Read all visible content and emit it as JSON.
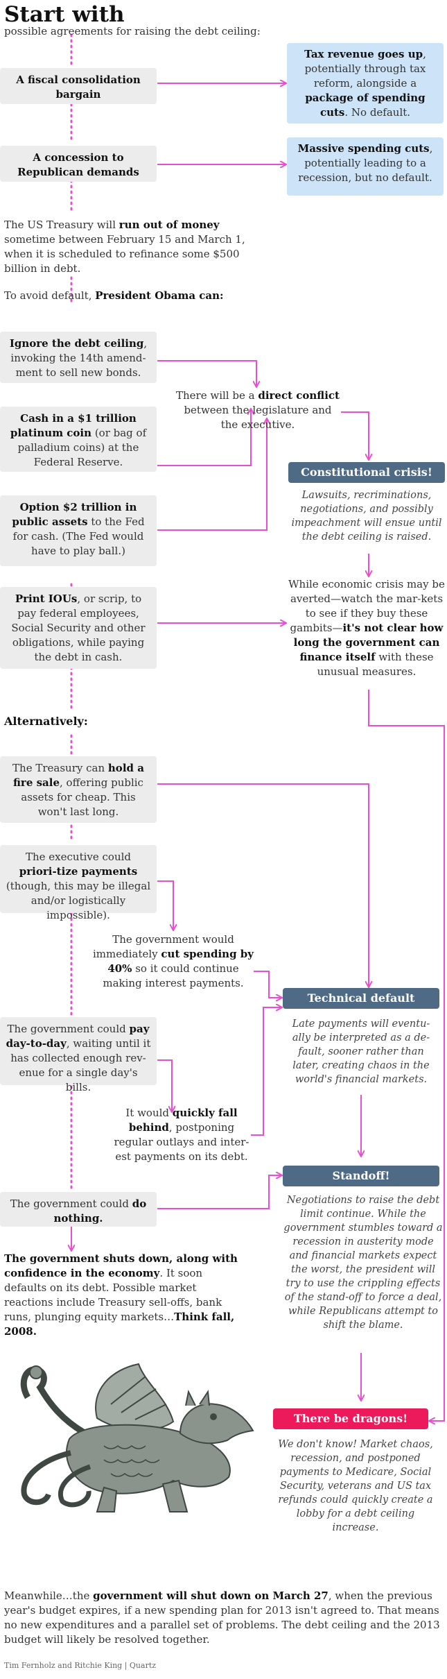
{
  "title": "Start with",
  "subtitle": "possible agreements for raising the debt ceiling:",
  "agreements": [
    {
      "label": "A fiscal consolidation bargain",
      "outcome": {
        "b1": "Tax revenue goes up",
        "t1": ", potentially through tax reform, alongside a ",
        "b2": "package of spending cuts",
        "t2": ". No default."
      }
    },
    {
      "label": "A concession to Republican demands",
      "outcome": {
        "b1": "Massive spending cuts",
        "t1": ", potentially leading to a recession, but no default."
      }
    }
  ],
  "treasury": {
    "t1": "The US Treasury will ",
    "b1": "run out of money",
    "t2": " sometime between February 15 and March 1, when it is scheduled to refinance some $500 billion in debt."
  },
  "avoid": {
    "t1": "To avoid default, ",
    "b1": "President Obama can:"
  },
  "options": [
    {
      "b1": "Ignore the debt ceiling",
      "t1": ", invoking the 14th amend-ment to sell new bonds."
    },
    {
      "b1": "Cash in a $1 trillion platinum coin",
      "t1": " (or bag of palladium coins) at the Federal Reserve."
    },
    {
      "b1": "Option $2 trillion in public assets",
      "t1": " to the Fed for cash. (The Fed would have to play ball.)"
    },
    {
      "b1": "Print IOUs",
      "t1": ", or scrip, to pay federal employees, Social Security and other obligations, while paying the debt in cash."
    }
  ],
  "conflict": {
    "t1": "There will be a ",
    "b1": "direct conflict",
    "t2": " between the legislature and the executive."
  },
  "constitutional": {
    "header": "Constitutional crisis!",
    "text": "Lawsuits, recriminations, negotiations, and possibly impeachment will ensue until the debt ceiling is raised."
  },
  "economic": {
    "t1": "While economic crisis may be averted—watch the mar-kets to see if they buy these gambits—",
    "b1": "it's not clear how long the government can finance itself",
    "t2": " with these unusual measures."
  },
  "alternatively": "Alternatively:",
  "alt_options": [
    {
      "t1": "The Treasury can ",
      "b1": "hold a fire sale",
      "t2": ", offering public assets for cheap. This won't last long."
    },
    {
      "t1": "The executive could ",
      "b1": "priori-tize payments",
      "t2": " (though, this may be illegal and/or logistically impossible)."
    },
    {
      "t1": "The government could ",
      "b1": "pay day-to-day",
      "t2": ", waiting until it has collected enough rev-enue for a single day's bills."
    },
    {
      "t1": "The government could ",
      "b1": "do nothing.",
      "t2": ""
    }
  ],
  "cut_spending": {
    "t1": "The government would immediately ",
    "b1": "cut spending by 40%",
    "t2": " so it could continue making interest payments."
  },
  "fall_behind": {
    "t1": "It would ",
    "b1": "quickly fall behind",
    "t2": ", postponing regular outlays and inter-est payments on its debt."
  },
  "technical": {
    "header": "Technical default",
    "text": "Late payments will eventu-ally be interpreted as a de-fault, sooner rather than later, creating chaos in the world's financial markets."
  },
  "standoff": {
    "header": "Standoff!",
    "text": "Negotiations to raise the debt limit continue. While the government stumbles toward a recession in austerity mode and financial markets expect the worst, the president will try to use the crippling effects of the stand-off to force a deal, while Republicans attempt to shift the blame."
  },
  "shutdown": {
    "b1": "The government shuts down, along with confidence in the economy",
    "t1": ". It soon defaults on its debt. Possible market reactions include Treasury sell-offs, bank runs, plunging equity markets…",
    "b2": "Think fall, 2008."
  },
  "dragons": {
    "header": "There be dragons!",
    "text": "We don't know! Market chaos, recession, and postponed payments to Medicare, Social Security, veterans and US tax refunds could quickly create a lobby for a debt ceiling increase."
  },
  "meanwhile": {
    "t1": "Meanwhile…the ",
    "b1": "government will shut down on March 27",
    "t2": ", when the previous year's budget expires, if a new spending plan for 2013 isn't agreed to. That means no new expenditures and a parallel set of problems. The debt ceiling and the 2013 budget will likely be resolved together."
  },
  "credit": "Tim Fernholz and Ritchie King | Quartz",
  "colors": {
    "arrow": "#e84fd0",
    "header_blue": "#4f6a84",
    "header_pink": "#ec1a5b",
    "box_blue": "#cde3f7",
    "box_grey": "#ececec"
  }
}
